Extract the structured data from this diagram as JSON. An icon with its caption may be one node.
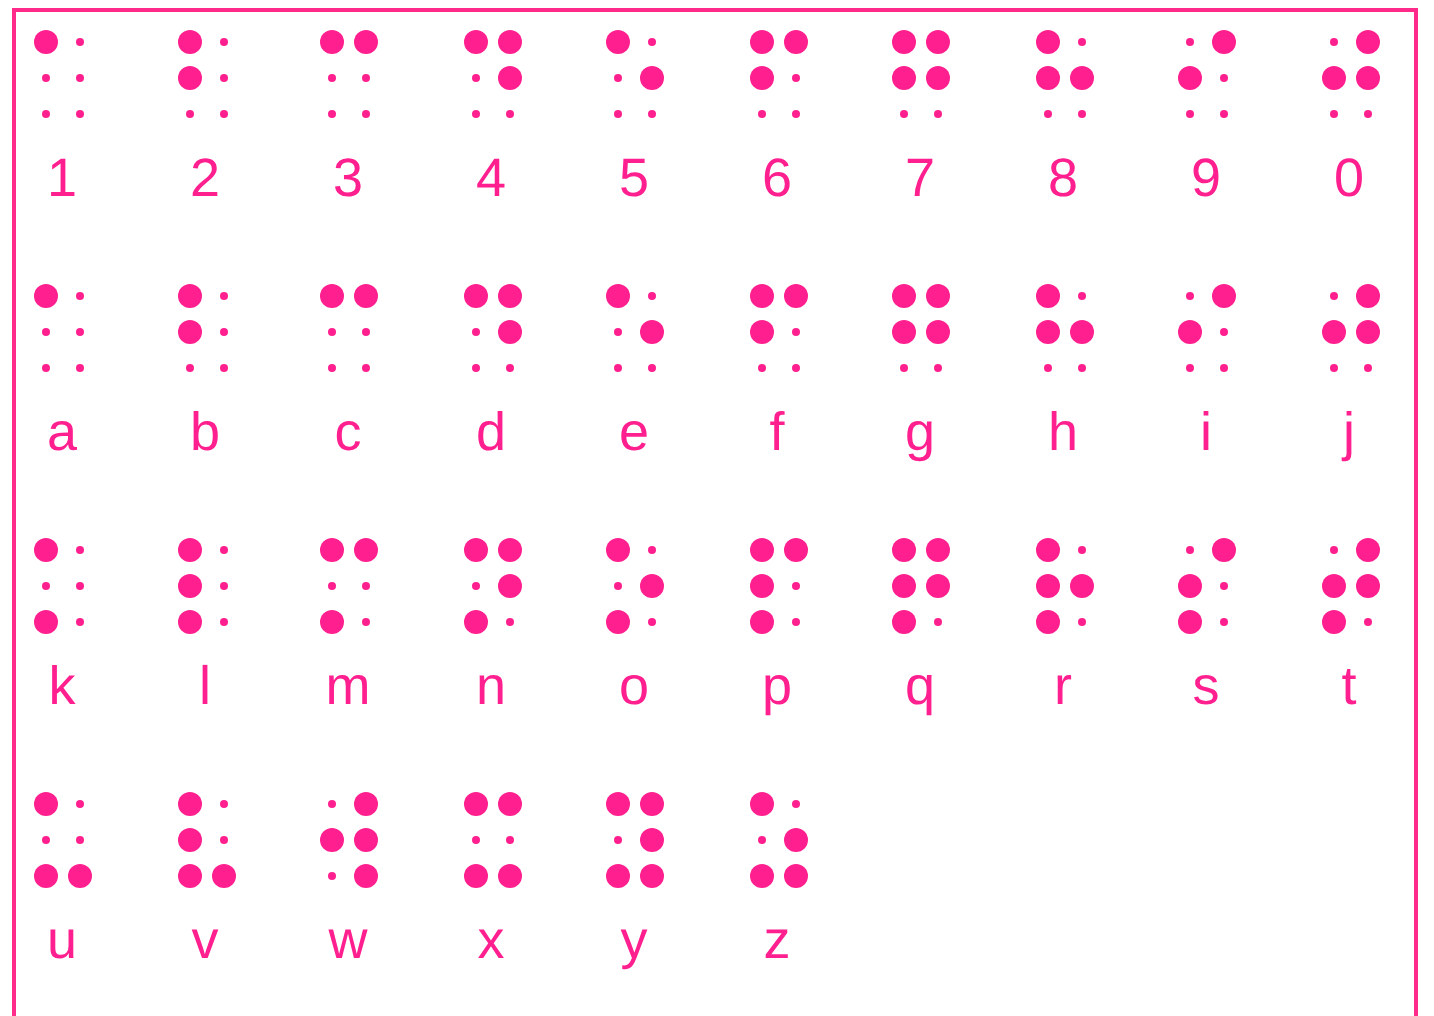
{
  "diagram": {
    "labels": [
      "1",
      "2",
      "3",
      "4",
      "5",
      "6",
      "7",
      "8",
      "9",
      "0",
      "a",
      "b",
      "c",
      "d",
      "e",
      "f",
      "g",
      "h",
      "i",
      "j",
      "k",
      "l",
      "m",
      "n",
      "o",
      "p",
      "q",
      "r",
      "s",
      "t",
      "u",
      "v",
      "w",
      "x",
      "y",
      "z"
    ]
  }
}
